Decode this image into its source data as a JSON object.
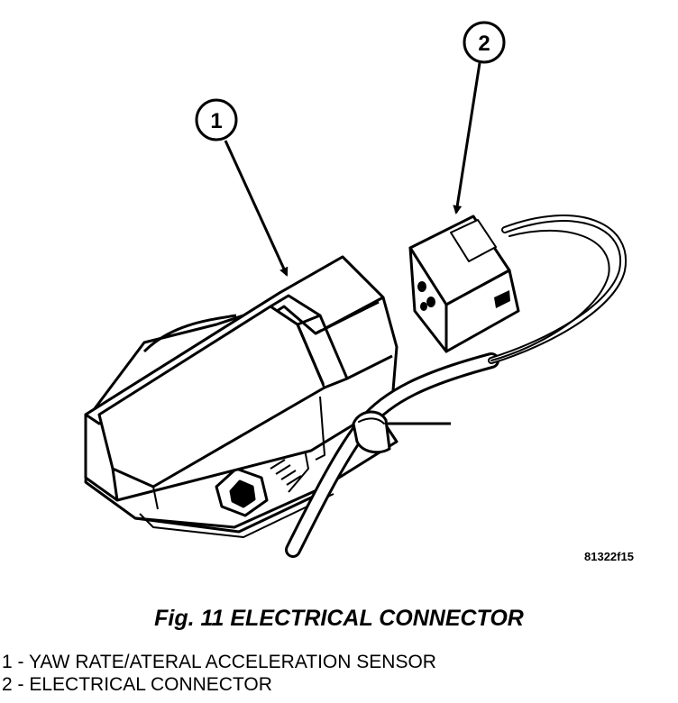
{
  "callouts": [
    {
      "label": "1"
    },
    {
      "label": "2"
    }
  ],
  "figure_code": "81322f15",
  "caption": "Fig. 11 ELECTRICAL CONNECTOR",
  "legend": [
    {
      "number": "1",
      "separator": " - ",
      "text": "YAW RATE/ATERAL ACCELERATION SENSOR"
    },
    {
      "number": "2",
      "separator": " - ",
      "text": "ELECTRICAL CONNECTOR"
    }
  ]
}
